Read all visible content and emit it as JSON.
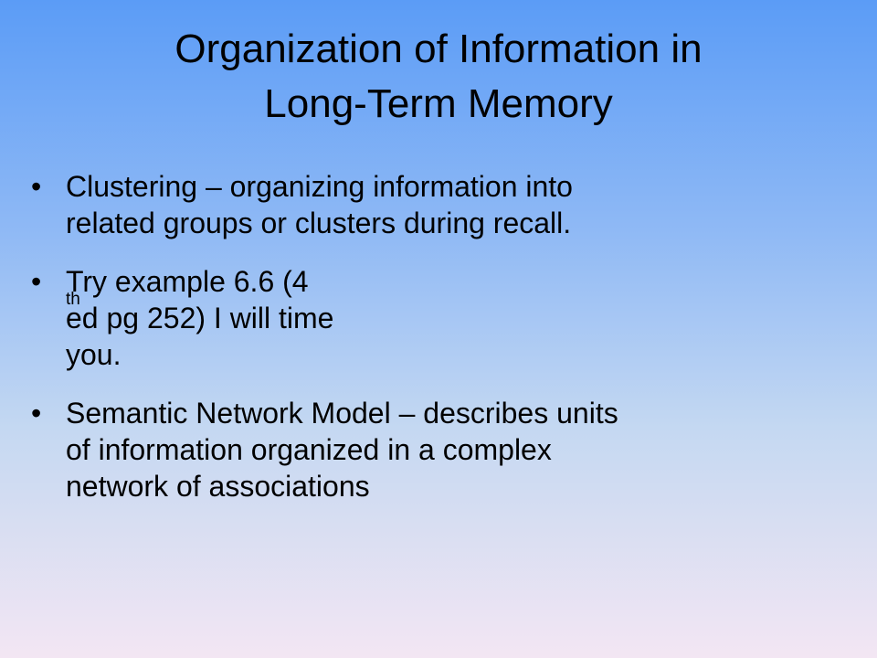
{
  "slide": {
    "title_lines": [
      "Organization of Information in",
      "Long-Term Memory"
    ],
    "bullets": [
      {
        "lines": [
          "Clustering – organizing information into",
          "related groups or clusters during recall."
        ]
      },
      {
        "line1_before_sup": "Try example 6.6 (4",
        "sup": "th",
        "line1_after_sup": " ed pg 252) I will time",
        "line2": "you."
      },
      {
        "lines": [
          "Semantic Network Model – describes units",
          "of information organized in a complex",
          "network of associations"
        ]
      }
    ],
    "bullet_glyph": "•"
  },
  "colors": {
    "background_top": "#5b9cf6",
    "background_bottom": "#f3e6f3",
    "text": "#000000"
  }
}
